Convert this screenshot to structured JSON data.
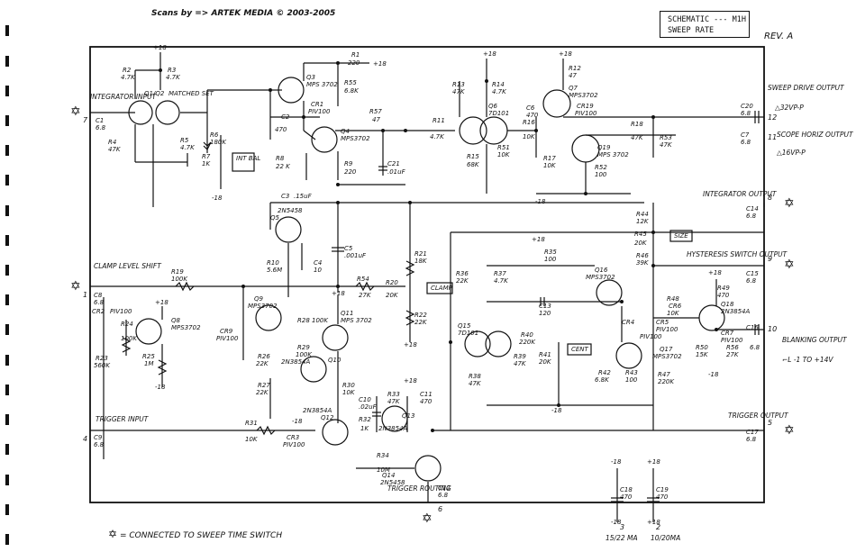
{
  "credit": "Scans by => ARTEK MEDIA © 2003-2005",
  "title_box": {
    "line1": "SCHEMATIC --- M1H",
    "line2": "SWEEP RATE"
  },
  "revision": "REV. A",
  "footer": {
    "symbol": "✡",
    "text": "= CONNECTED TO SWEEP TIME SWITCH"
  },
  "ports": {
    "integrator_input": "INTEGRATOR INPUT",
    "clamp_level_shift": "CLAMP LEVEL SHIFT",
    "trigger_input": "TRIGGER INPUT",
    "trigger_routing": "TRIGGER ROUTING",
    "sweep_drive_output": "SWEEP DRIVE OUTPUT",
    "sweep_drive_level": "△32VP-P",
    "scope_horiz_output": "SCOPE HORIZ OUTPUT",
    "scope_level": "△16VP-P",
    "integrator_output": "INTEGRATOR OUTPUT",
    "hysteresis_output": "HYSTERESIS SWITCH OUTPUT",
    "blanking_output": "BLANKING OUTPUT",
    "blanking_level": "⌐L -1 TO +14V",
    "trigger_output": "TRIGGER OUTPUT",
    "supply_neg": "15/22 MA",
    "supply_pos": "10/20MA"
  },
  "pins": [
    "7",
    "1",
    "4",
    "6",
    "12",
    "11",
    "8",
    "9",
    "10",
    "5",
    "3",
    "2"
  ],
  "rails": {
    "pos": "+18",
    "neg": "-18"
  },
  "labels": {
    "r1": "R1",
    "r1v": "220",
    "r2": "R2",
    "r2v": "4.7K",
    "r3": "R3",
    "r3v": "4.7K",
    "q1q2": "Q1/Q2",
    "matched": "MATCHED SET",
    "q3": "Q3",
    "q3t": "MPS 3702",
    "r55": "R55",
    "r55v": "6.8K",
    "cr1": "CR1",
    "cr1v": "PIV100",
    "c2": "C2",
    "c2v": "470",
    "r57": "R57",
    "r57v": "47",
    "q4": "Q4",
    "q4t": "MPS3702",
    "r4": "R4",
    "r4v": "47K",
    "r5": "R5",
    "r5v": "4.7K",
    "r6": "R6",
    "r6v": "180K",
    "r7": "R7",
    "r7v": "1K",
    "int_bal": "INT BAL",
    "r8": "R8",
    "r8v": "22 K",
    "r9": "R9",
    "r9v": "220",
    "c21": "C21",
    "c21v": ".01uF",
    "c1": "C1",
    "c1v": "6.8",
    "r11": "R11",
    "r11v": "4.7K",
    "r13": "R13",
    "r13v": "47K",
    "r14": "R14",
    "r14v": "4.7K",
    "q6": "Q6",
    "q6t": "7D101",
    "r12": "R12",
    "r12v": "47",
    "q7": "Q7",
    "q7t": "MPS3702",
    "c6": "C6",
    "c6v": "470",
    "cr19": "CR19",
    "cr19v": "PIV100",
    "r16": "R16",
    "r16v": "10K",
    "r18": "R18",
    "r18v": "47K",
    "r53": "R53",
    "r53v": "47K",
    "r51": "R51",
    "r51v": "10K",
    "r15": "R15",
    "r15v": "68K",
    "r17": "R17",
    "r17v": "10K",
    "q19": "Q19",
    "q19t": "MPS 3702",
    "r52": "R52",
    "r52v": "100",
    "c20": "C20",
    "c20v": "6.8",
    "c7": "C7",
    "c7v": "6.8",
    "c3": "C3",
    "c3v": ".15uF",
    "q5": "Q5",
    "q5t": "2N5458",
    "r10": "R10",
    "r10v": "5.6M",
    "c4": "C4",
    "c4v": "10",
    "c5": "C5",
    "c5v": ".001uF",
    "r21": "R21",
    "r21v": "18K",
    "r20": "R20",
    "r20v": "20K",
    "clamp": "CLAMP",
    "r22": "R22",
    "r22v": "22K",
    "r19": "R19",
    "r19v": "100K",
    "r54": "R54",
    "r54v": "27K",
    "c8": "C8",
    "c8v": "6.8",
    "cr2": "CR2",
    "cr2v": "PIV100",
    "q8": "Q8",
    "q8t": "MPS3702",
    "r24": "R24",
    "r24v": "100K",
    "r23": "R23",
    "r23v": "560K",
    "r25": "R25",
    "r25v": "1M",
    "q9": "Q9",
    "q9t": "MPS3702",
    "cr9": "CR9",
    "cr9v": "PIV100",
    "r26": "R26",
    "r26v": "22K",
    "r27": "R27",
    "r27v": "22K",
    "r28": "R28",
    "r28v": "100K",
    "r29": "R29",
    "r29v": "100K",
    "q10": "Q10",
    "q10t": "2N3854A",
    "q11": "Q11",
    "q11t": "MPS 3702",
    "r30": "R30",
    "r30v": "10K",
    "c10": "C10",
    "c10v": ".02uF",
    "r33": "R33",
    "r33v": "47K",
    "c11": "C11",
    "c11v": "470",
    "q12": "Q12",
    "q12t": "2N3854A",
    "r32": "R32",
    "r32v": "1K",
    "q13": "Q13",
    "q13t": "2N3854A",
    "r31": "R31",
    "r31v": "10K",
    "cr3": "CR3",
    "cr3v": "PIV100",
    "r34": "R34",
    "r34v": "10M",
    "q14": "Q14",
    "q14t": "2N5458",
    "c9": "C9",
    "c9v": "6.8",
    "c12": "C12",
    "c12v": "6.8",
    "r35": "R35",
    "r35v": "100",
    "r36": "R36",
    "r36v": "22K",
    "r37": "R37",
    "r37v": "4.7K",
    "q16": "Q16",
    "q16t": "MPS3702",
    "c13": "C13",
    "c13v": "120",
    "q15": "Q15",
    "q15t": "7D101",
    "r40": "R40",
    "r40v": "220K",
    "r41": "R41",
    "r41v": "20K",
    "cent": "CENT",
    "r39": "R39",
    "r39v": "47K",
    "r38": "R38",
    "r38v": "47K",
    "r42": "R42",
    "r42v": "6.8K",
    "r43": "R43",
    "r43v": "100",
    "q17": "Q17",
    "q17t": "MPS3702",
    "r47": "R47",
    "r47v": "220K",
    "cr4": "CR4",
    "cr5": "CR5",
    "cr5v": "PIV100",
    "cr6": "CR6",
    "cr6v": "PIV100",
    "r44": "R44",
    "r44v": "12K",
    "r45": "R45",
    "r45v": "20K",
    "size": "SIZE",
    "r46": "R46",
    "r46v": "39K",
    "r48": "R48",
    "r48v": "10K",
    "r49": "R49",
    "r49v": "470",
    "q18": "Q18",
    "q18t": "2N3854A",
    "cr7": "CR7",
    "cr7v": "PIV100",
    "r50": "R50",
    "r50v": "15K",
    "r56": "R56",
    "r56v": "27K",
    "c14": "C14",
    "c14v": "6.8",
    "c15": "C15",
    "c15v": "6.8",
    "c16": "C16",
    "c16v": "6.8",
    "c17": "C17",
    "c17v": "6.8",
    "c18": "C18",
    "c18v": "470",
    "c19": "C19",
    "c19v": "470"
  }
}
